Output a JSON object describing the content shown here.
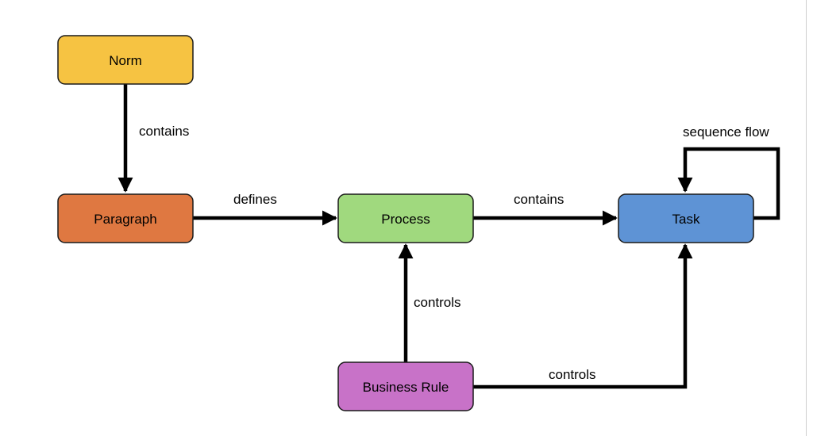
{
  "nodes": {
    "norm": {
      "label": "Norm",
      "color": "#F6C342"
    },
    "paragraph": {
      "label": "Paragraph",
      "color": "#DF7841"
    },
    "process": {
      "label": "Process",
      "color": "#A0D97E"
    },
    "task": {
      "label": "Task",
      "color": "#5E93D5"
    },
    "business_rule": {
      "label": "Business Rule",
      "color": "#C872C8"
    }
  },
  "edges": {
    "norm_contains_paragraph": {
      "label": "contains"
    },
    "paragraph_defines_process": {
      "label": "defines"
    },
    "process_contains_task": {
      "label": "contains"
    },
    "task_sequence_flow": {
      "label": "sequence flow"
    },
    "rule_controls_process": {
      "label": "controls"
    },
    "rule_controls_task": {
      "label": "controls"
    }
  }
}
